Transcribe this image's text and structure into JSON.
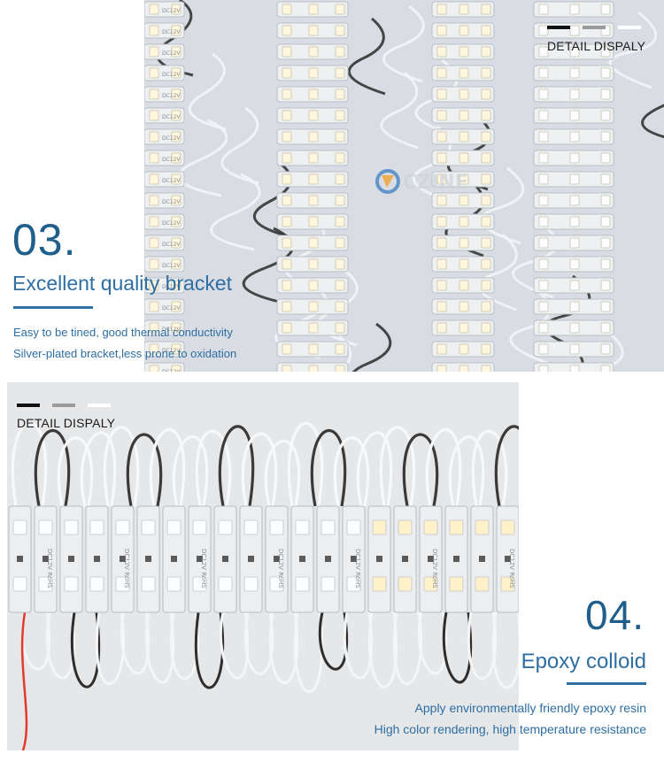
{
  "section3": {
    "number": "03.",
    "heading": "Excellent quality bracket",
    "line1": "Easy to be tined, good thermal conductivity",
    "line2": "Silver-plated bracket,less prone to oxidation"
  },
  "section4": {
    "number": "04.",
    "heading": "Epoxy colloid",
    "line1": "Apply environmentally friendly epoxy resin",
    "line2": "High color rendering, high temperature resistance"
  },
  "detail_top": {
    "label": "DETAIL DISPALY"
  },
  "detail_bottom": {
    "label": "DETAIL DISPALY"
  },
  "photo_top": {
    "module_print": "DC12V",
    "logo_text": "CZINE"
  },
  "photo_bottom": {
    "module_print": "DC12V",
    "rohs": "RoHS"
  },
  "colors": {
    "accent_blue": "#2d6ea3",
    "number_blue": "#1f5f8c",
    "bar_black": "#111111",
    "bar_gray": "#9a9a9a",
    "bar_white": "#ffffff"
  }
}
